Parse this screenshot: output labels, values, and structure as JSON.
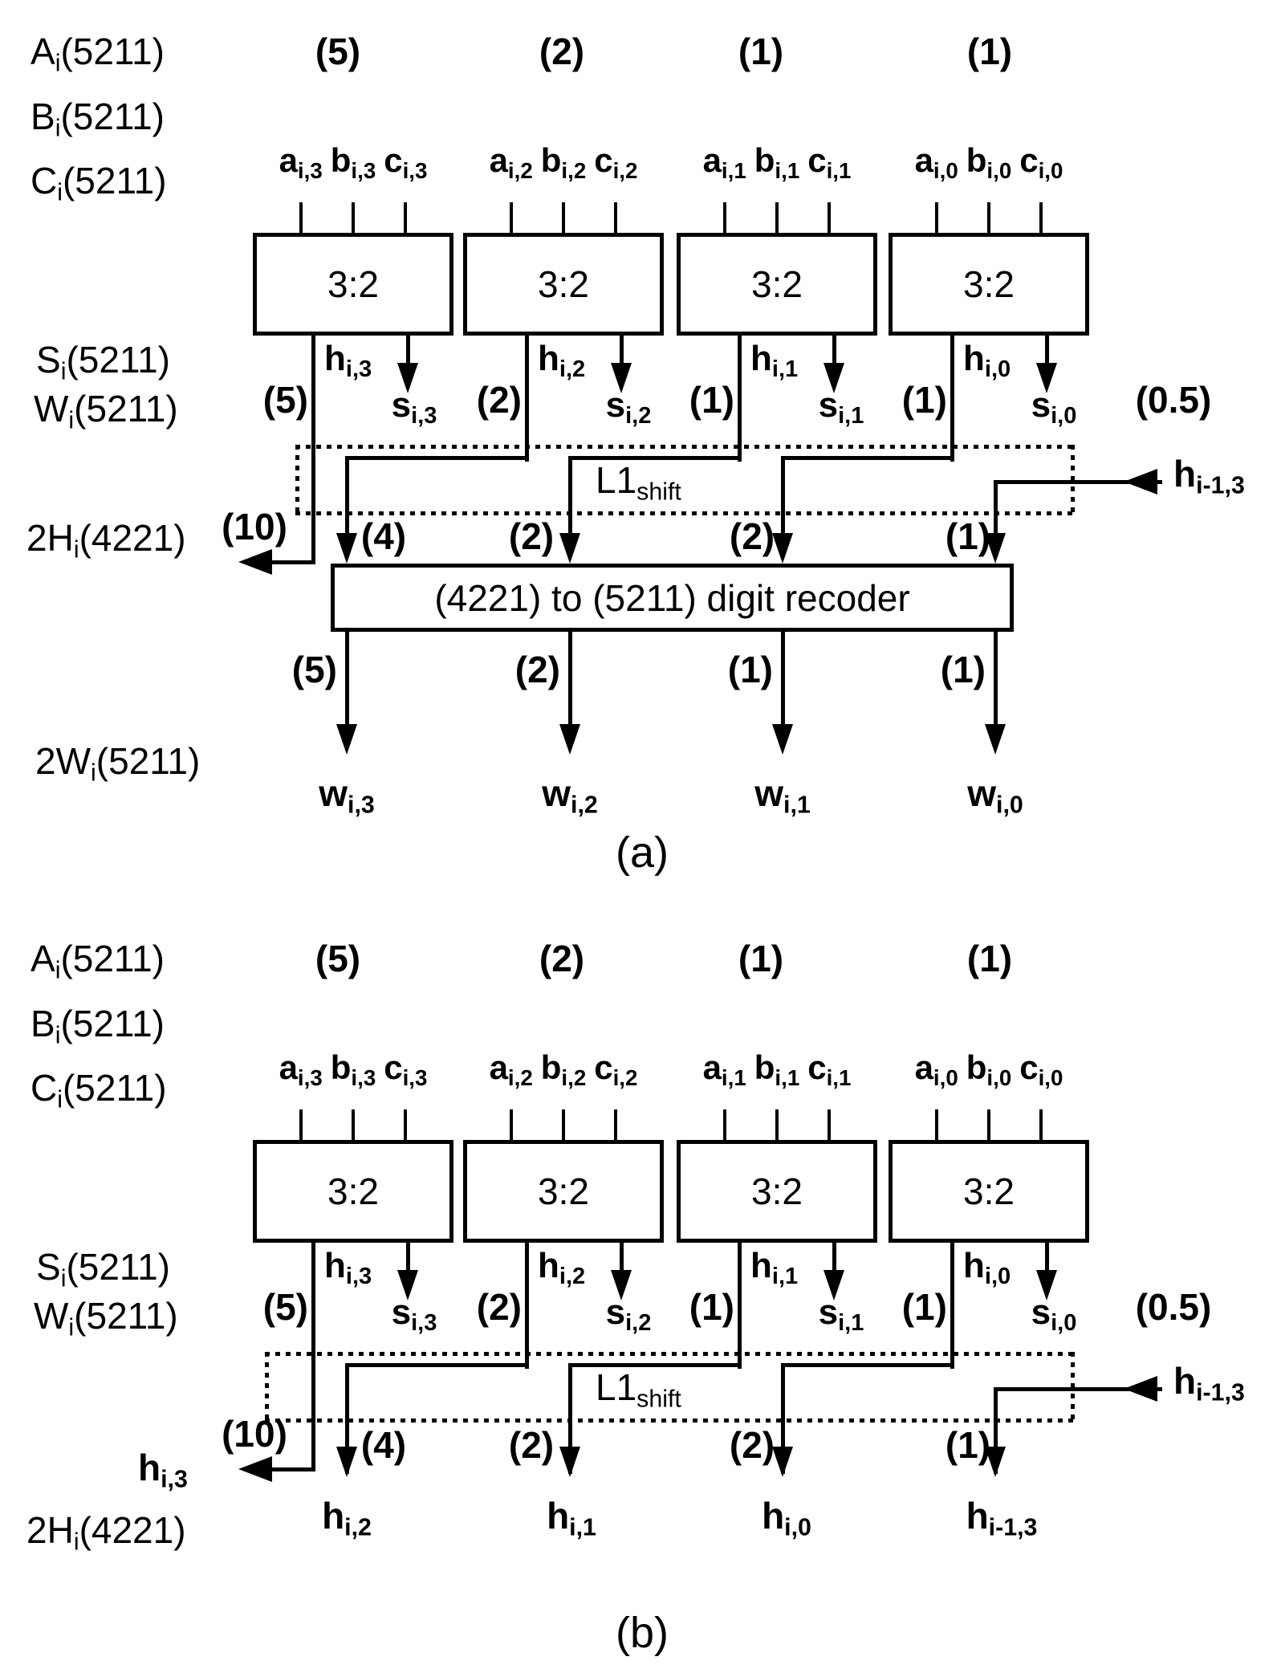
{
  "colors": {
    "ink": "#000000",
    "paper": "#ffffff"
  },
  "a": {
    "operands": [
      {
        "base": "A",
        "sub": "i",
        "radix": "(5211)"
      },
      {
        "base": "B",
        "sub": "i",
        "radix": "(5211)"
      },
      {
        "base": "C",
        "sub": "i",
        "radix": "(5211)"
      }
    ],
    "top_weights": [
      "(5)",
      "(2)",
      "(1)",
      "(1)"
    ],
    "columns": [
      {
        "inputs": [
          {
            "base": "a",
            "sub": "i,3"
          },
          {
            "base": "b",
            "sub": "i,3"
          },
          {
            "base": "c",
            "sub": "i,3"
          }
        ],
        "box": "3:2",
        "h": {
          "base": "h",
          "sub": "i,3"
        },
        "s": {
          "base": "s",
          "sub": "i,3"
        },
        "weight": "(5)"
      },
      {
        "inputs": [
          {
            "base": "a",
            "sub": "i,2"
          },
          {
            "base": "b",
            "sub": "i,2"
          },
          {
            "base": "c",
            "sub": "i,2"
          }
        ],
        "box": "3:2",
        "h": {
          "base": "h",
          "sub": "i,2"
        },
        "s": {
          "base": "s",
          "sub": "i,2"
        },
        "weight": "(2)"
      },
      {
        "inputs": [
          {
            "base": "a",
            "sub": "i,1"
          },
          {
            "base": "b",
            "sub": "i,1"
          },
          {
            "base": "c",
            "sub": "i,1"
          }
        ],
        "box": "3:2",
        "h": {
          "base": "h",
          "sub": "i,1"
        },
        "s": {
          "base": "s",
          "sub": "i,1"
        },
        "weight": "(1)"
      },
      {
        "inputs": [
          {
            "base": "a",
            "sub": "i,0"
          },
          {
            "base": "b",
            "sub": "i,0"
          },
          {
            "base": "c",
            "sub": "i,0"
          }
        ],
        "box": "3:2",
        "h": {
          "base": "h",
          "sub": "i,0"
        },
        "s": {
          "base": "s",
          "sub": "i,0"
        },
        "weight": "(1)"
      }
    ],
    "carry_in_weight": "(0.5)",
    "result_rows": [
      {
        "base": "S",
        "sub": "i",
        "radix": "(5211)"
      },
      {
        "base": "W",
        "sub": "i",
        "radix": "(5211)"
      }
    ],
    "shift": {
      "base": "L1",
      "sub": "shift"
    },
    "carry_in": {
      "base": "h",
      "sub": "i-1,3"
    },
    "carry_out_weight": "(10)",
    "h_vector": {
      "base": "2H",
      "sub": "i",
      "radix": "(4221)"
    },
    "shifted_weights": [
      "(4)",
      "(2)",
      "(2)",
      "(1)"
    ],
    "recoder_label": "(4221) to (5211) digit recoder",
    "out_weights": [
      "(5)",
      "(2)",
      "(1)",
      "(1)"
    ],
    "outputs": [
      {
        "base": "w",
        "sub": "i,3"
      },
      {
        "base": "w",
        "sub": "i,2"
      },
      {
        "base": "w",
        "sub": "i,1"
      },
      {
        "base": "w",
        "sub": "i,0"
      }
    ],
    "w_vector": {
      "base": "2W",
      "sub": "i",
      "radix": "(5211)"
    },
    "caption": "(a)"
  },
  "b": {
    "operands": [
      {
        "base": "A",
        "sub": "i",
        "radix": "(5211)"
      },
      {
        "base": "B",
        "sub": "i",
        "radix": "(5211)"
      },
      {
        "base": "C",
        "sub": "i",
        "radix": "(5211)"
      }
    ],
    "top_weights": [
      "(5)",
      "(2)",
      "(1)",
      "(1)"
    ],
    "columns": [
      {
        "inputs": [
          {
            "base": "a",
            "sub": "i,3"
          },
          {
            "base": "b",
            "sub": "i,3"
          },
          {
            "base": "c",
            "sub": "i,3"
          }
        ],
        "box": "3:2",
        "h": {
          "base": "h",
          "sub": "i,3"
        },
        "s": {
          "base": "s",
          "sub": "i,3"
        },
        "weight": "(5)"
      },
      {
        "inputs": [
          {
            "base": "a",
            "sub": "i,2"
          },
          {
            "base": "b",
            "sub": "i,2"
          },
          {
            "base": "c",
            "sub": "i,2"
          }
        ],
        "box": "3:2",
        "h": {
          "base": "h",
          "sub": "i,2"
        },
        "s": {
          "base": "s",
          "sub": "i,2"
        },
        "weight": "(2)"
      },
      {
        "inputs": [
          {
            "base": "a",
            "sub": "i,1"
          },
          {
            "base": "b",
            "sub": "i,1"
          },
          {
            "base": "c",
            "sub": "i,1"
          }
        ],
        "box": "3:2",
        "h": {
          "base": "h",
          "sub": "i,1"
        },
        "s": {
          "base": "s",
          "sub": "i,1"
        },
        "weight": "(1)"
      },
      {
        "inputs": [
          {
            "base": "a",
            "sub": "i,0"
          },
          {
            "base": "b",
            "sub": "i,0"
          },
          {
            "base": "c",
            "sub": "i,0"
          }
        ],
        "box": "3:2",
        "h": {
          "base": "h",
          "sub": "i,0"
        },
        "s": {
          "base": "s",
          "sub": "i,0"
        },
        "weight": "(1)"
      }
    ],
    "carry_in_weight": "(0.5)",
    "result_rows": [
      {
        "base": "S",
        "sub": "i",
        "radix": "(5211)"
      },
      {
        "base": "W",
        "sub": "i",
        "radix": "(5211)"
      }
    ],
    "shift": {
      "base": "L1",
      "sub": "shift"
    },
    "carry_in": {
      "base": "h",
      "sub": "i-1,3"
    },
    "carry_out_weight": "(10)",
    "carry_out": {
      "base": "h",
      "sub": "i,3"
    },
    "h_vector": {
      "base": "2H",
      "sub": "i",
      "radix": "(4221)"
    },
    "shifted_weights": [
      "(4)",
      "(2)",
      "(2)",
      "(1)"
    ],
    "outputs": [
      {
        "base": "h",
        "sub": "i,2"
      },
      {
        "base": "h",
        "sub": "i,1"
      },
      {
        "base": "h",
        "sub": "i,0"
      },
      {
        "base": "h",
        "sub": "i-1,3"
      }
    ],
    "caption": "(b)"
  }
}
